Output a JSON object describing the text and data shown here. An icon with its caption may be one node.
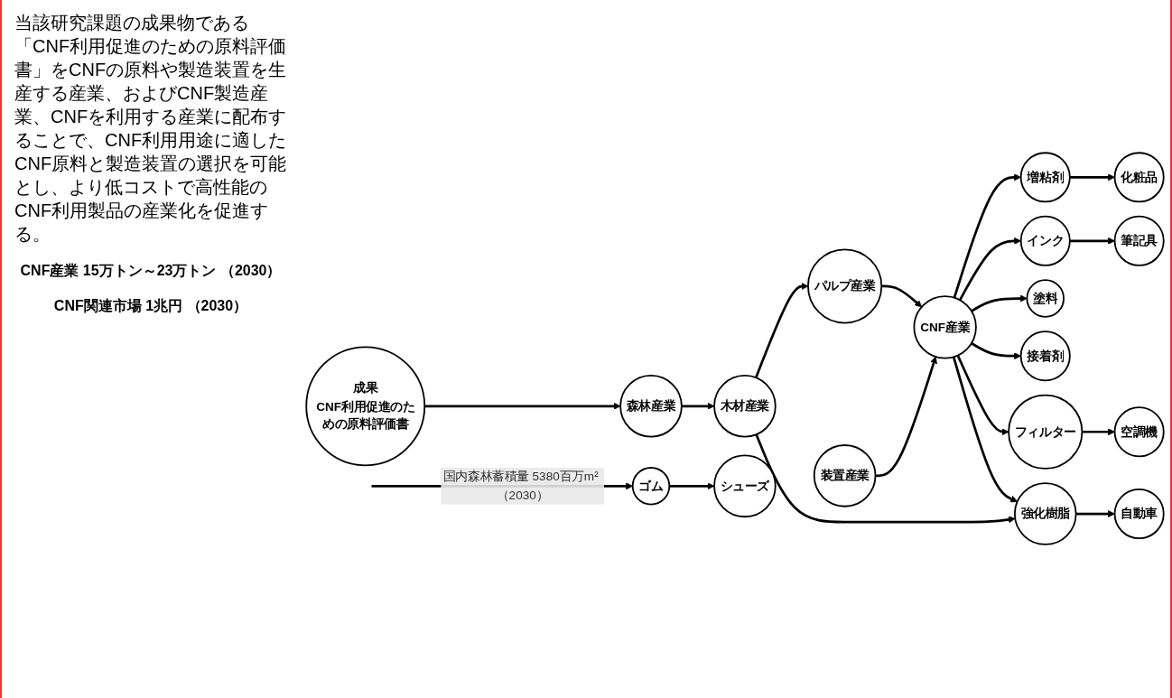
{
  "diagram": {
    "nodes": [
      {
        "text": [
          "成果",
          "CNF利用促進のための原料評価書"
        ]
      },
      {
        "text": [
          "森林産業"
        ]
      },
      {
        "text": [
          "木材産業"
        ]
      },
      {
        "text": [
          "パルプ産業"
        ]
      },
      {
        "text": [
          "装置産業"
        ]
      },
      {
        "text": [
          "CNF産業"
        ]
      },
      {
        "text": [
          "増粘剤"
        ]
      },
      {
        "text": [
          "化粧品"
        ]
      },
      {
        "text": [
          "インク"
        ]
      },
      {
        "text": [
          "筆記具"
        ]
      },
      {
        "text": [
          "塗料"
        ]
      },
      {
        "text": [
          "接着剤"
        ]
      },
      {
        "text": [
          "フィルター"
        ]
      },
      {
        "text": [
          "空調機"
        ]
      },
      {
        "text": [
          "強化樹脂"
        ]
      },
      {
        "text": [
          "自動車"
        ]
      },
      {
        "text": [
          "ゴム"
        ]
      },
      {
        "text": [
          "シューズ"
        ]
      }
    ],
    "edges": [
      {
        "from": 0,
        "to": 1,
        "arrow": "to"
      },
      {
        "from": 1,
        "to": 2,
        "arrow": "to"
      },
      {
        "from": 2,
        "to": 3,
        "arrow": "to"
      },
      {
        "from": 3,
        "to": 5,
        "arrow": "to"
      },
      {
        "from": 4,
        "to": 5,
        "arrow": "to"
      },
      {
        "from": 5,
        "to": 6,
        "arrow": "to"
      },
      {
        "from": 5,
        "to": 8,
        "arrow": "to"
      },
      {
        "from": 5,
        "to": 10,
        "arrow": "to"
      },
      {
        "from": 5,
        "to": 11,
        "arrow": "to"
      },
      {
        "from": 5,
        "to": 12,
        "arrow": "to"
      },
      {
        "from": 5,
        "to": 14,
        "arrow": "to"
      },
      {
        "from": 6,
        "to": 7,
        "arrow": "to"
      },
      {
        "from": 8,
        "to": 9,
        "arrow": "to"
      },
      {
        "from": 12,
        "to": 13,
        "arrow": "to"
      },
      {
        "from": 14,
        "to": 15,
        "arrow": "to"
      },
      {
        "from": 16,
        "to": 17,
        "arrow": "to"
      },
      {
        "from": 2,
        "to": 14,
        "arrow": "to"
      },
      {
        "from": null,
        "to": 16,
        "arrow": "to",
        "label": "国内森林蓄積量 5380百万m² （2030）"
      }
    ],
    "labels": [
      "当該研究課題の成果物である「CNF利用促進のための原料評価書」をCNFの原料や製造装置を生産する産業、およびCNF製造産業、CNFを利用する産業に配布することで、CNF利用用途に適したCNF原料と製造装置の選択を可能とし、より低コストで高性能のCNF利用製品の産業化を促進する。",
      "CNF産業 15万トン～23万トン （2030）",
      "CNF関連市場 1兆円 （2030）"
    ]
  }
}
